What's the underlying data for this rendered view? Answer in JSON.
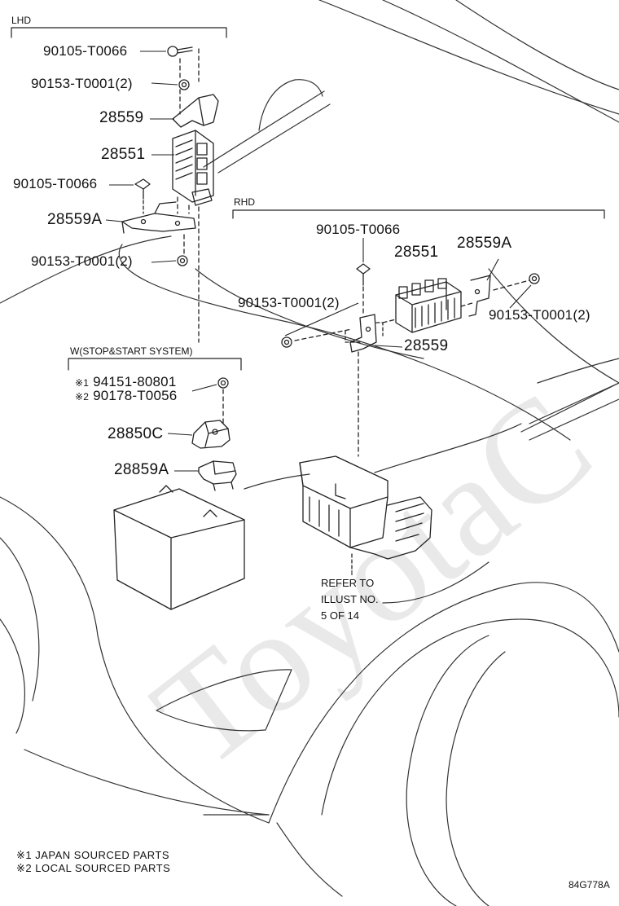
{
  "watermark": "ToyotaC",
  "sections": {
    "lhd": "LHD",
    "rhd": "RHD",
    "w_stop_start": "W(STOP&START SYSTEM)"
  },
  "lhd_parts": {
    "bolt_top": "90105-T0066",
    "nut_top": "90153-T0001(2)",
    "bracket": "28559",
    "relay_block": "28551",
    "bolt_mid": "90105-T0066",
    "bracket_a": "28559A",
    "nut_bottom": "90153-T0001(2)"
  },
  "rhd_parts": {
    "bolt": "90105-T0066",
    "relay_block": "28551",
    "bracket_a": "28559A",
    "nut_left": "90153-T0001(2)",
    "nut_right": "90153-T0001(2)",
    "bracket": "28559"
  },
  "stop_start_parts": {
    "mark1": "※1",
    "part1": "94151-80801",
    "mark2": "※2",
    "part2": "90178-T0056",
    "sensor": "28850C",
    "bracket": "28859A"
  },
  "refer": [
    "REFER TO",
    "ILLUST NO.",
    "5 OF 14"
  ],
  "footnotes": [
    "※1 JAPAN SOURCED PARTS",
    "※2 LOCAL SOURCED PARTS"
  ],
  "illustration_code": "84G778A"
}
